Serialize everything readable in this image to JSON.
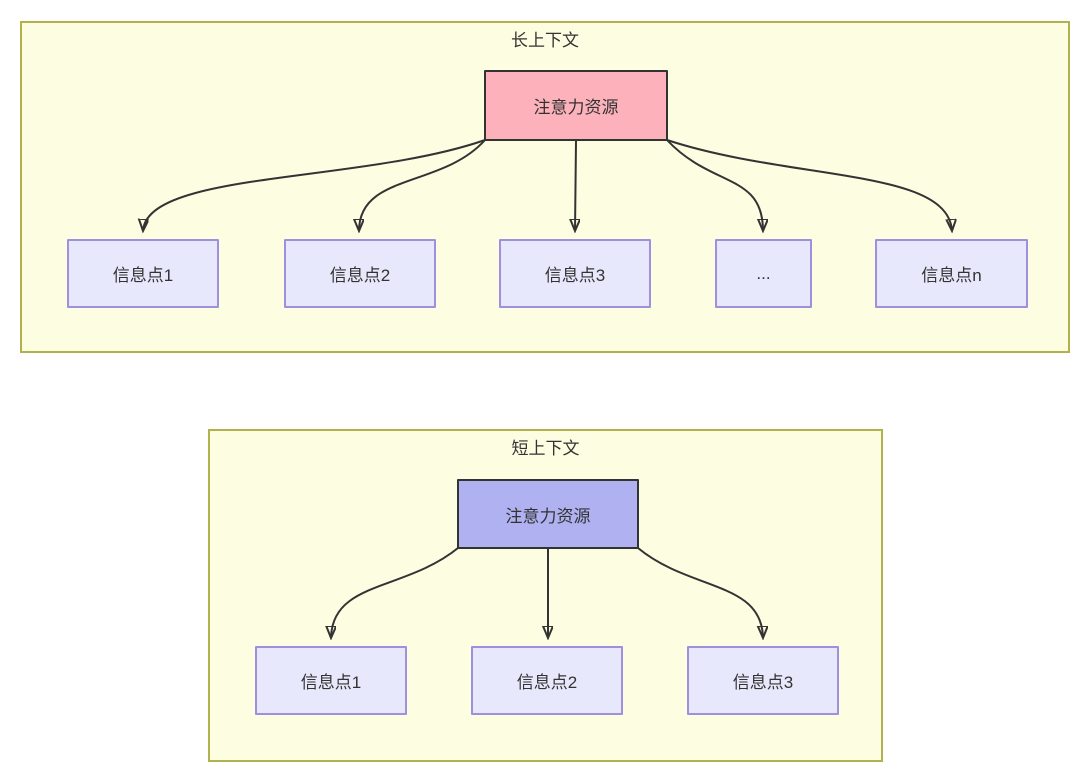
{
  "colors": {
    "panel_fill": "#fdfde1",
    "panel_border": "#b1b14e",
    "long_source_fill": "#fdb2bb",
    "short_source_fill": "#afb1f1",
    "source_border": "#333333",
    "target_fill": "#e8e8fc",
    "target_border": "#9f8fdc",
    "edge": "#333333",
    "text": "#333333"
  },
  "long_context": {
    "title": "长上下文",
    "source_label": "注意力资源",
    "targets": [
      "信息点1",
      "信息点2",
      "信息点3",
      "...",
      "信息点n"
    ]
  },
  "short_context": {
    "title": "短上下文",
    "source_label": "注意力资源",
    "targets": [
      "信息点1",
      "信息点2",
      "信息点3"
    ]
  }
}
